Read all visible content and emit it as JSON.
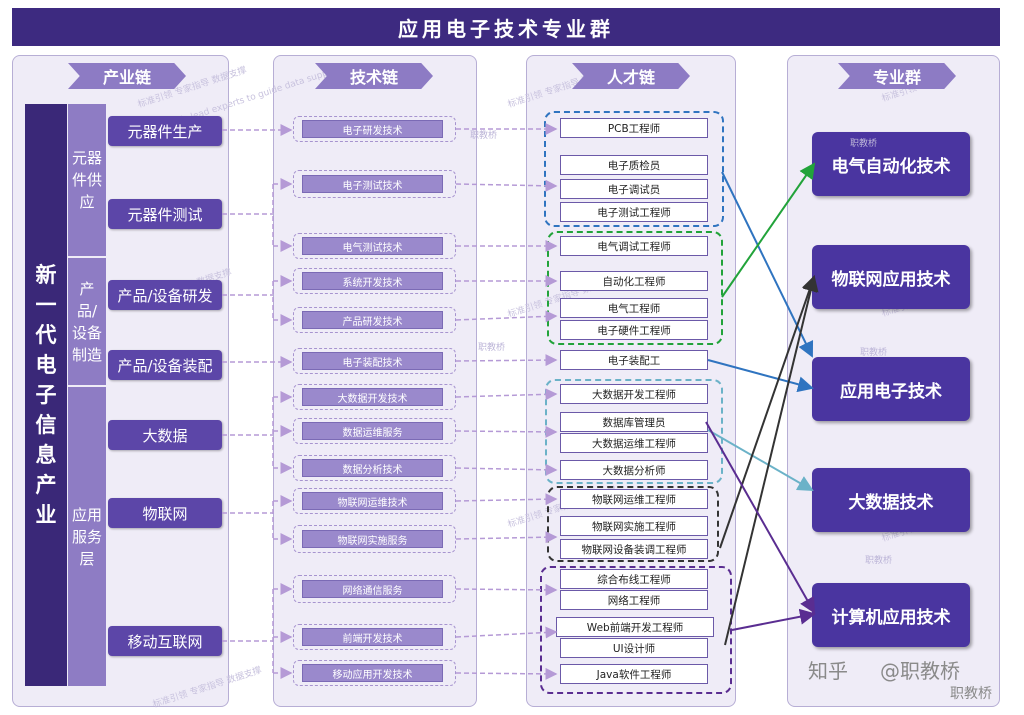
{
  "title": "应用电子技术专业群",
  "headers": {
    "industry": "产业链",
    "tech": "技术链",
    "talent": "人才链",
    "major": "专业群"
  },
  "sector": "新一代电子信息产业",
  "categories": [
    "元器件供应",
    "产品/设备制造",
    "应用服务层"
  ],
  "segments": [
    "元器件生产",
    "元器件测试",
    "产品/设备研发",
    "产品/设备装配",
    "大数据",
    "物联网",
    "移动互联网"
  ],
  "tech_items": [
    "电子研发技术",
    "电子测试技术",
    "电气测试技术",
    "系统开发技术",
    "产品研发技术",
    "电子装配技术",
    "大数据开发技术",
    "数据运维服务",
    "数据分析技术",
    "物联网运维技术",
    "物联网实施服务",
    "网络通信服务",
    "前端开发技术",
    "移动应用开发技术"
  ],
  "talent_items": [
    "PCB工程师",
    "电子质检员",
    "电子调试员",
    "电子测试工程师",
    "电气调试工程师",
    "自动化工程师",
    "电气工程师",
    "电子硬件工程师",
    "电子装配工",
    "大数据开发工程师",
    "数据库管理员",
    "大数据运维工程师",
    "大数据分析师",
    "物联网运维工程师",
    "物联网实施工程师",
    "物联网设备装调工程师",
    "综合布线工程师",
    "网络工程师",
    "Web前端开发工程师",
    "UI设计师",
    "Java软件工程师"
  ],
  "majors": [
    "电气自动化技术",
    "物联网应用技术",
    "应用电子技术",
    "大数据技术",
    "计算机应用技术"
  ],
  "watermark": [
    "标准引领",
    "专家指导",
    "数据支撑",
    "Standards lead experts to guide data support"
  ],
  "logo_small": "职教桥",
  "credit": {
    "brand": "知乎",
    "at": "@职教桥"
  },
  "colors": {
    "title_bg": "#3d2a80",
    "blue": "#2f74c0",
    "green": "#22a33a",
    "teal": "#6bb2c8",
    "purple": "#5a2d91",
    "dark": "#333333"
  }
}
